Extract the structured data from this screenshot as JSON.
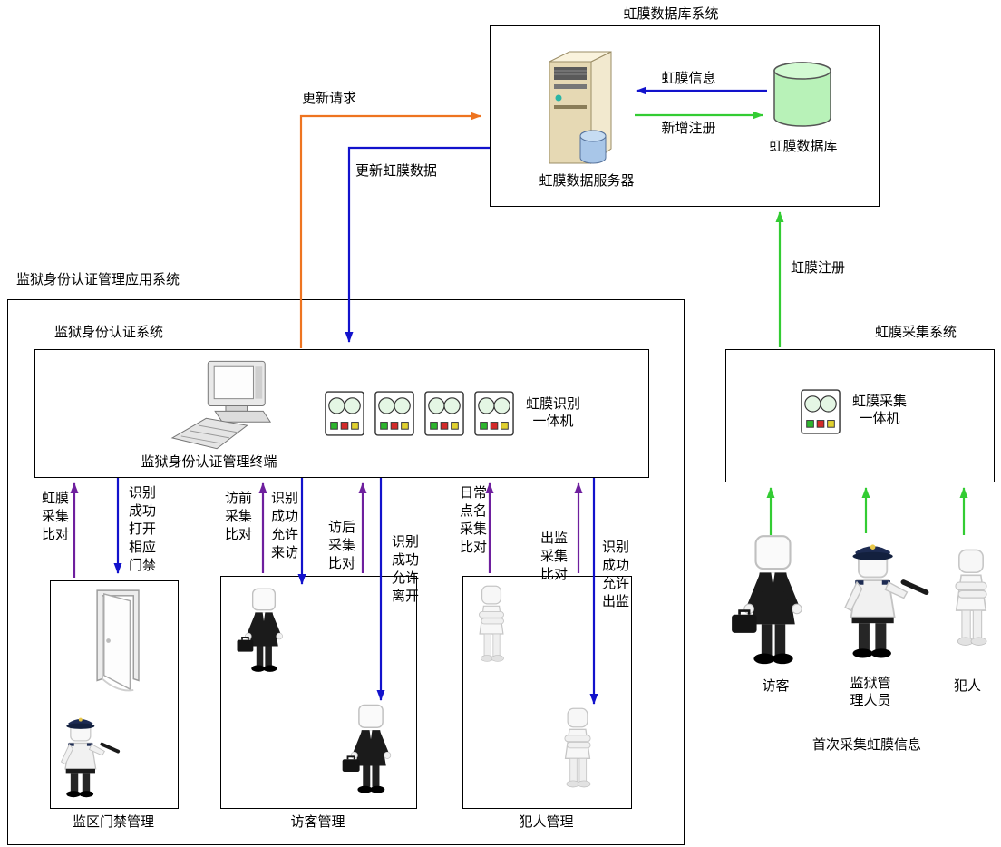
{
  "colors": {
    "arrow_blue": "#1212cc",
    "arrow_green": "#33cc33",
    "arrow_orange": "#ee7420",
    "arrow_purple": "#6e1f9e",
    "box_border": "#000000",
    "db_green": "#b8f2b8"
  },
  "db_system": {
    "title": "虹膜数据库系统",
    "server_label": "虹膜数据服务器",
    "database_label": "虹膜数据库",
    "iris_info": "虹膜信息",
    "new_register": "新增注册"
  },
  "links": {
    "update_request": "更新请求",
    "update_iris_data": "更新虹膜数据",
    "iris_register": "虹膜注册"
  },
  "app_system": {
    "title": "监狱身份认证管理应用系统",
    "auth": {
      "title": "监狱身份认证系统",
      "terminal": "监狱身份认证管理终端",
      "device": "虹膜识别\n一体机"
    },
    "door": {
      "title": "监区门禁管理",
      "up": "虹膜\n采集\n比对",
      "down": "识别\n成功\n打开\n相应\n门禁"
    },
    "visitor": {
      "title": "访客管理",
      "up1": "访前\n采集\n比对",
      "down1": "识别\n成功\n允许\n来访",
      "up2": "访后\n采集\n比对",
      "down2": "识别\n成功\n允许\n离开"
    },
    "prisoner": {
      "title": "犯人管理",
      "up1": "日常\n点名\n采集\n比对",
      "up2": "出监\n采集\n比对",
      "down": "识别\n成功\n允许\n出监"
    }
  },
  "collection_system": {
    "title": "虹膜采集系统",
    "device": "虹膜采集\n一体机",
    "persons": [
      {
        "label": "访客"
      },
      {
        "label": "监狱管\n理人员"
      },
      {
        "label": "犯人"
      }
    ],
    "note": "首次采集虹膜信息"
  }
}
